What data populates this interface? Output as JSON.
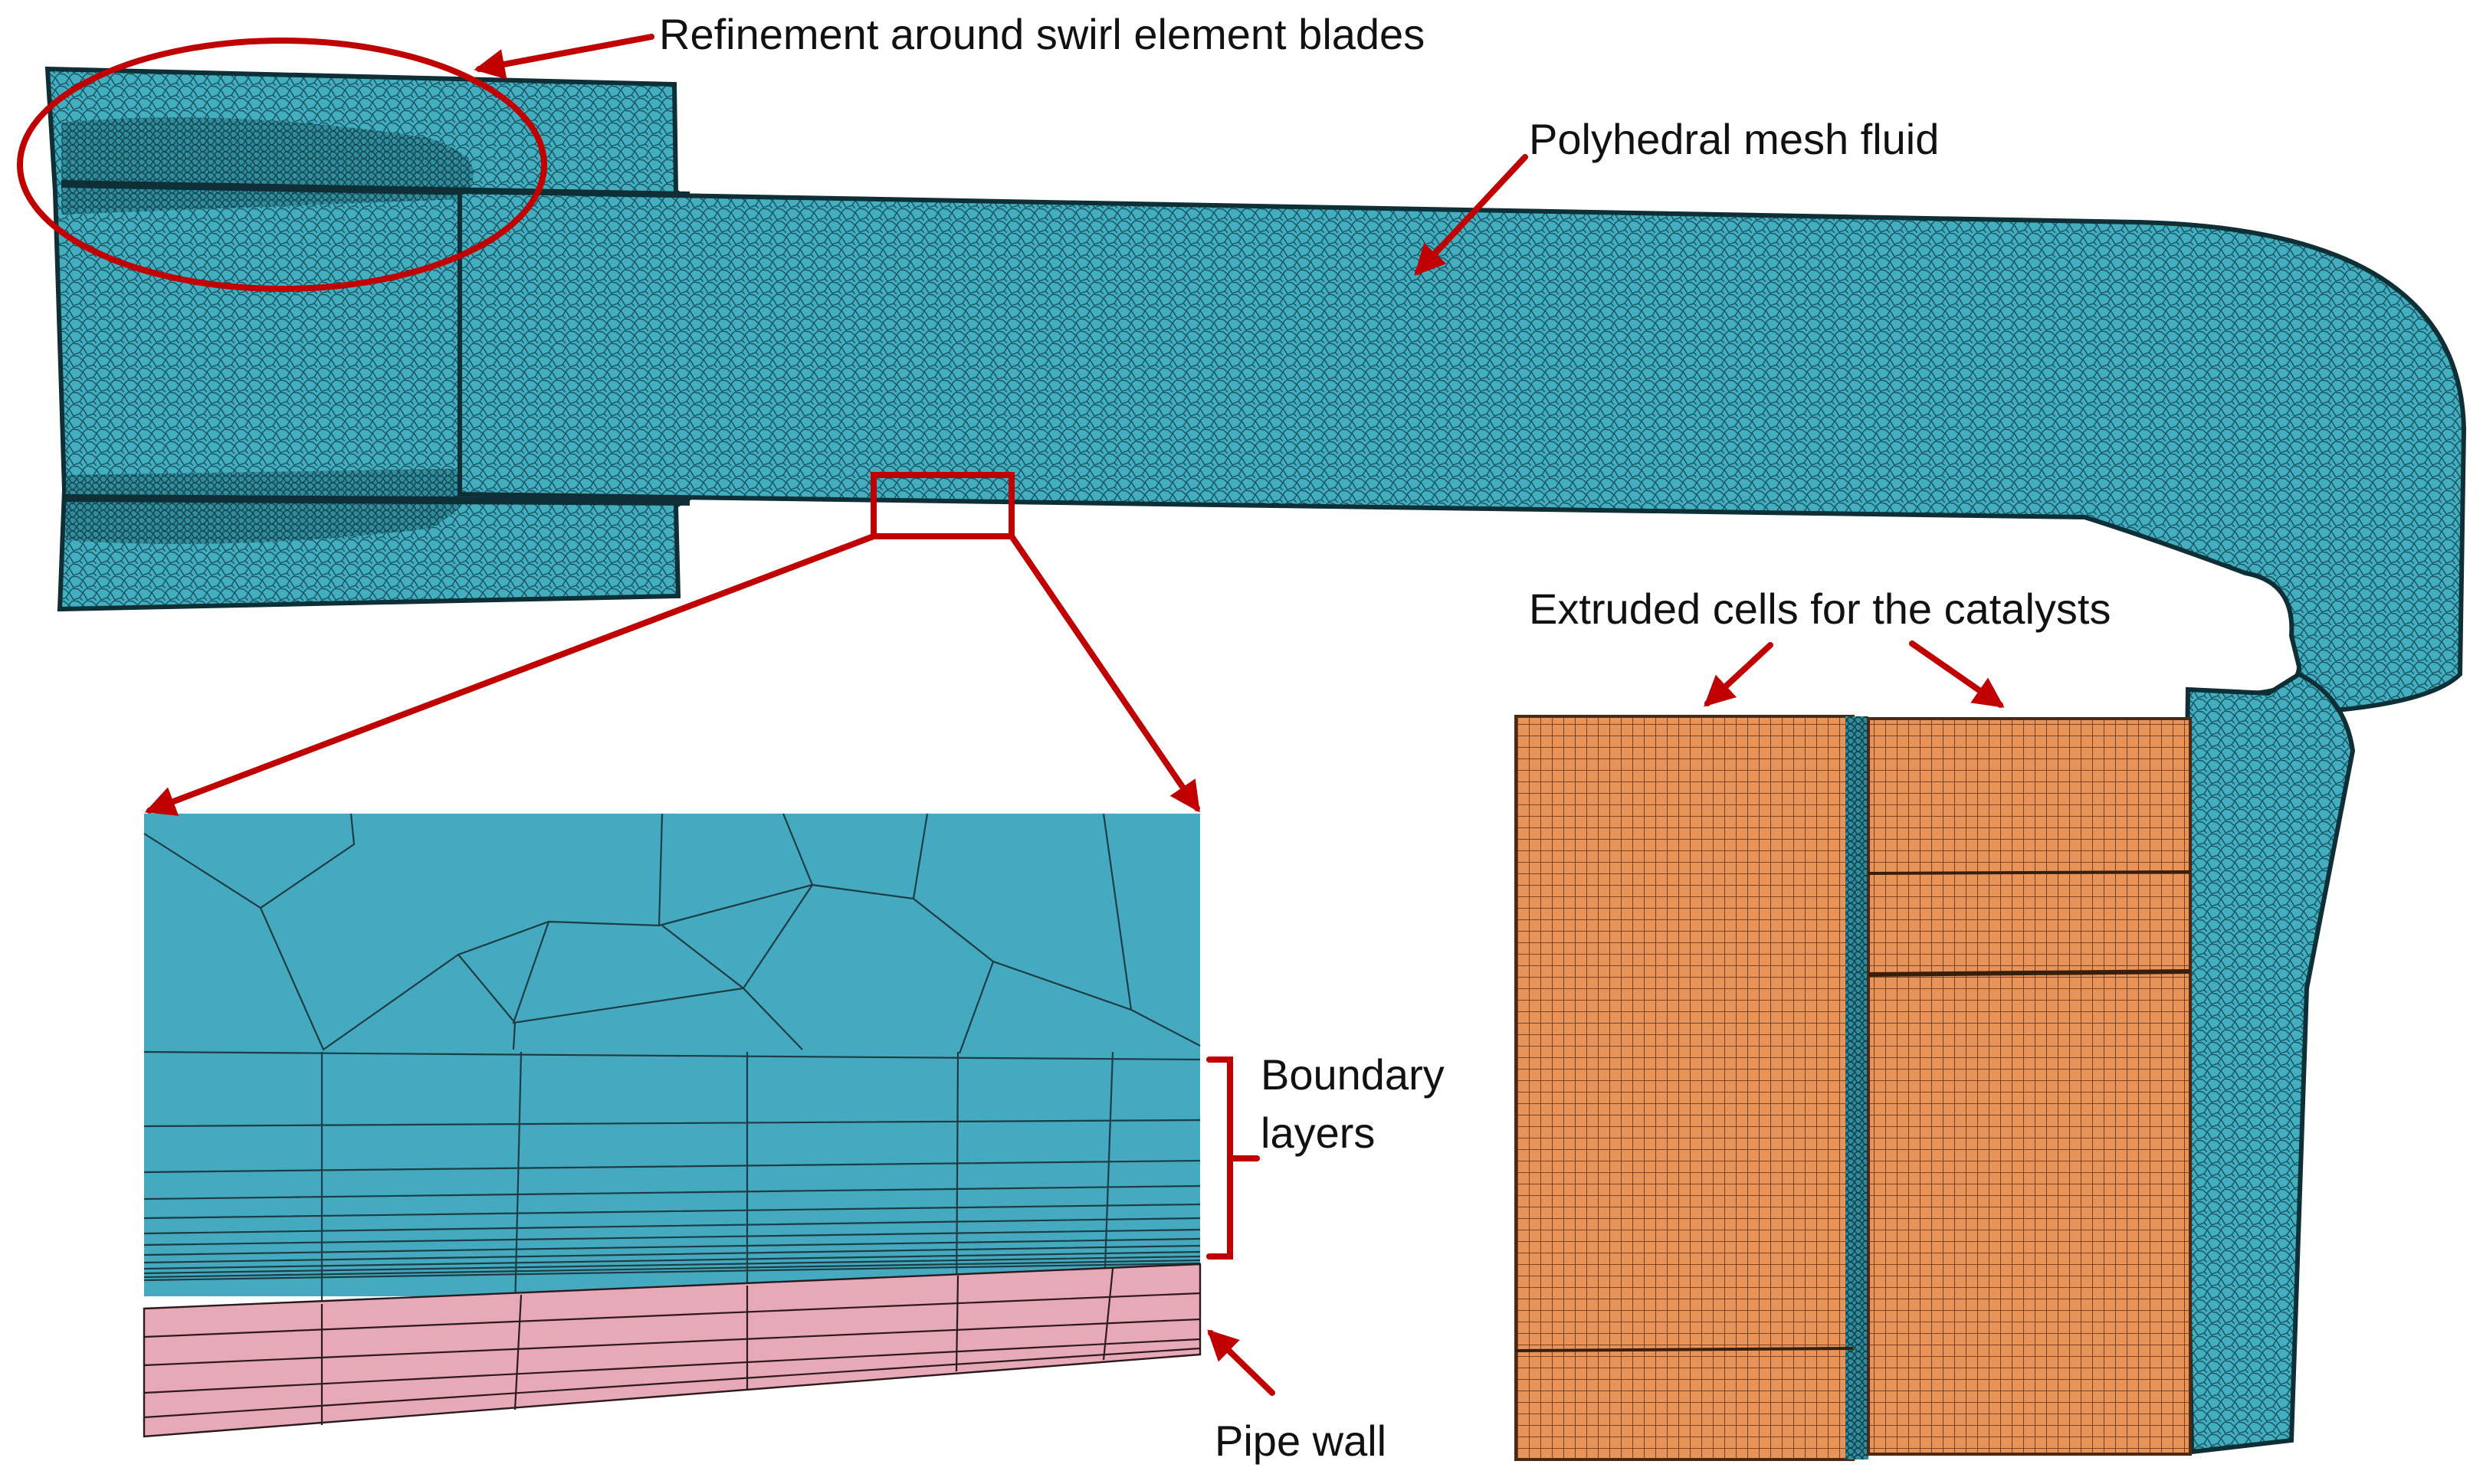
{
  "labels": {
    "refinement": "Refinement around swirl element blades",
    "polyhedral": "Polyhedral mesh fluid",
    "extruded": "Extruded cells for the catalysts",
    "boundary_line1": "Boundary",
    "boundary_line2": "layers",
    "pipe_wall": "Pipe wall"
  },
  "colors": {
    "fluid_mesh": "#3a9fb2",
    "fluid_mesh_dark": "#1f5f6c",
    "catalyst_cells": "#e6935a",
    "pipe_wall": "#e8a9b6",
    "annotation": "#c00000"
  }
}
